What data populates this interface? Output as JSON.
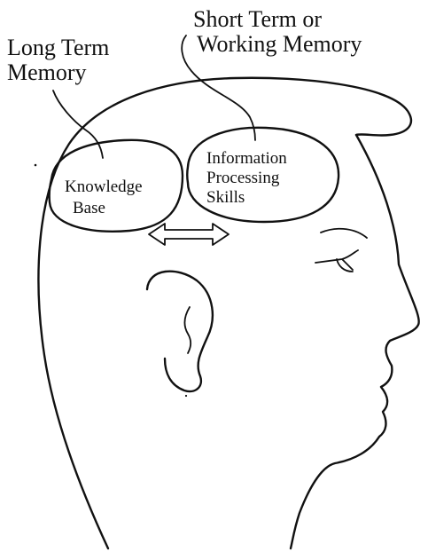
{
  "labels": {
    "long_term_line1": "Long Term",
    "long_term_line2": "Memory",
    "short_term_line1": "Short Term or",
    "short_term_line2": "Working Memory",
    "knowledge_line1": "Knowledge",
    "knowledge_line2": "Base",
    "info_line1": "Information",
    "info_line2": "Processing",
    "info_line3": "Skills"
  }
}
